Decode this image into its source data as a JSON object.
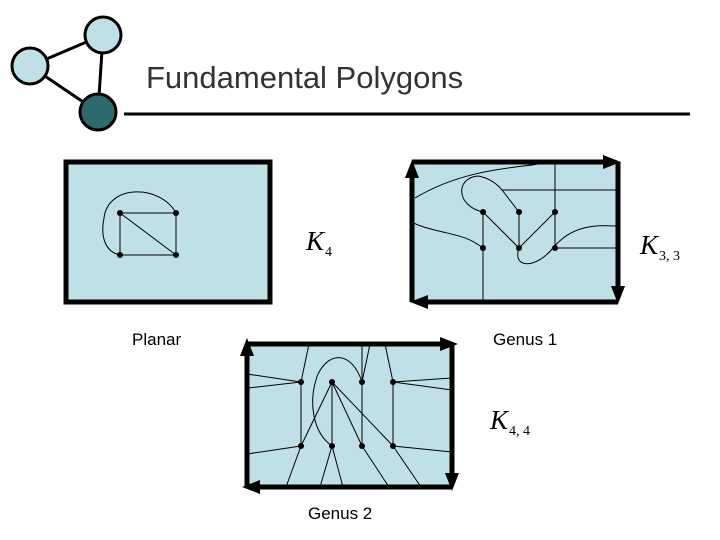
{
  "title": "Fundamental Polygons",
  "colors": {
    "fill": "#bfe0e6",
    "dark_node": "#2e6a6e",
    "light_node": "#bfe0e6",
    "border": "#000000",
    "rule": "#000000"
  },
  "labels": {
    "planar": "Planar",
    "genus1": "Genus 1",
    "genus2": "Genus 2"
  },
  "graphs": {
    "k4": {
      "letter": "K",
      "sub": "4"
    },
    "k33": {
      "letter": "K",
      "sub": "3, 3"
    },
    "k44": {
      "letter": "K",
      "sub": "4, 4"
    }
  }
}
